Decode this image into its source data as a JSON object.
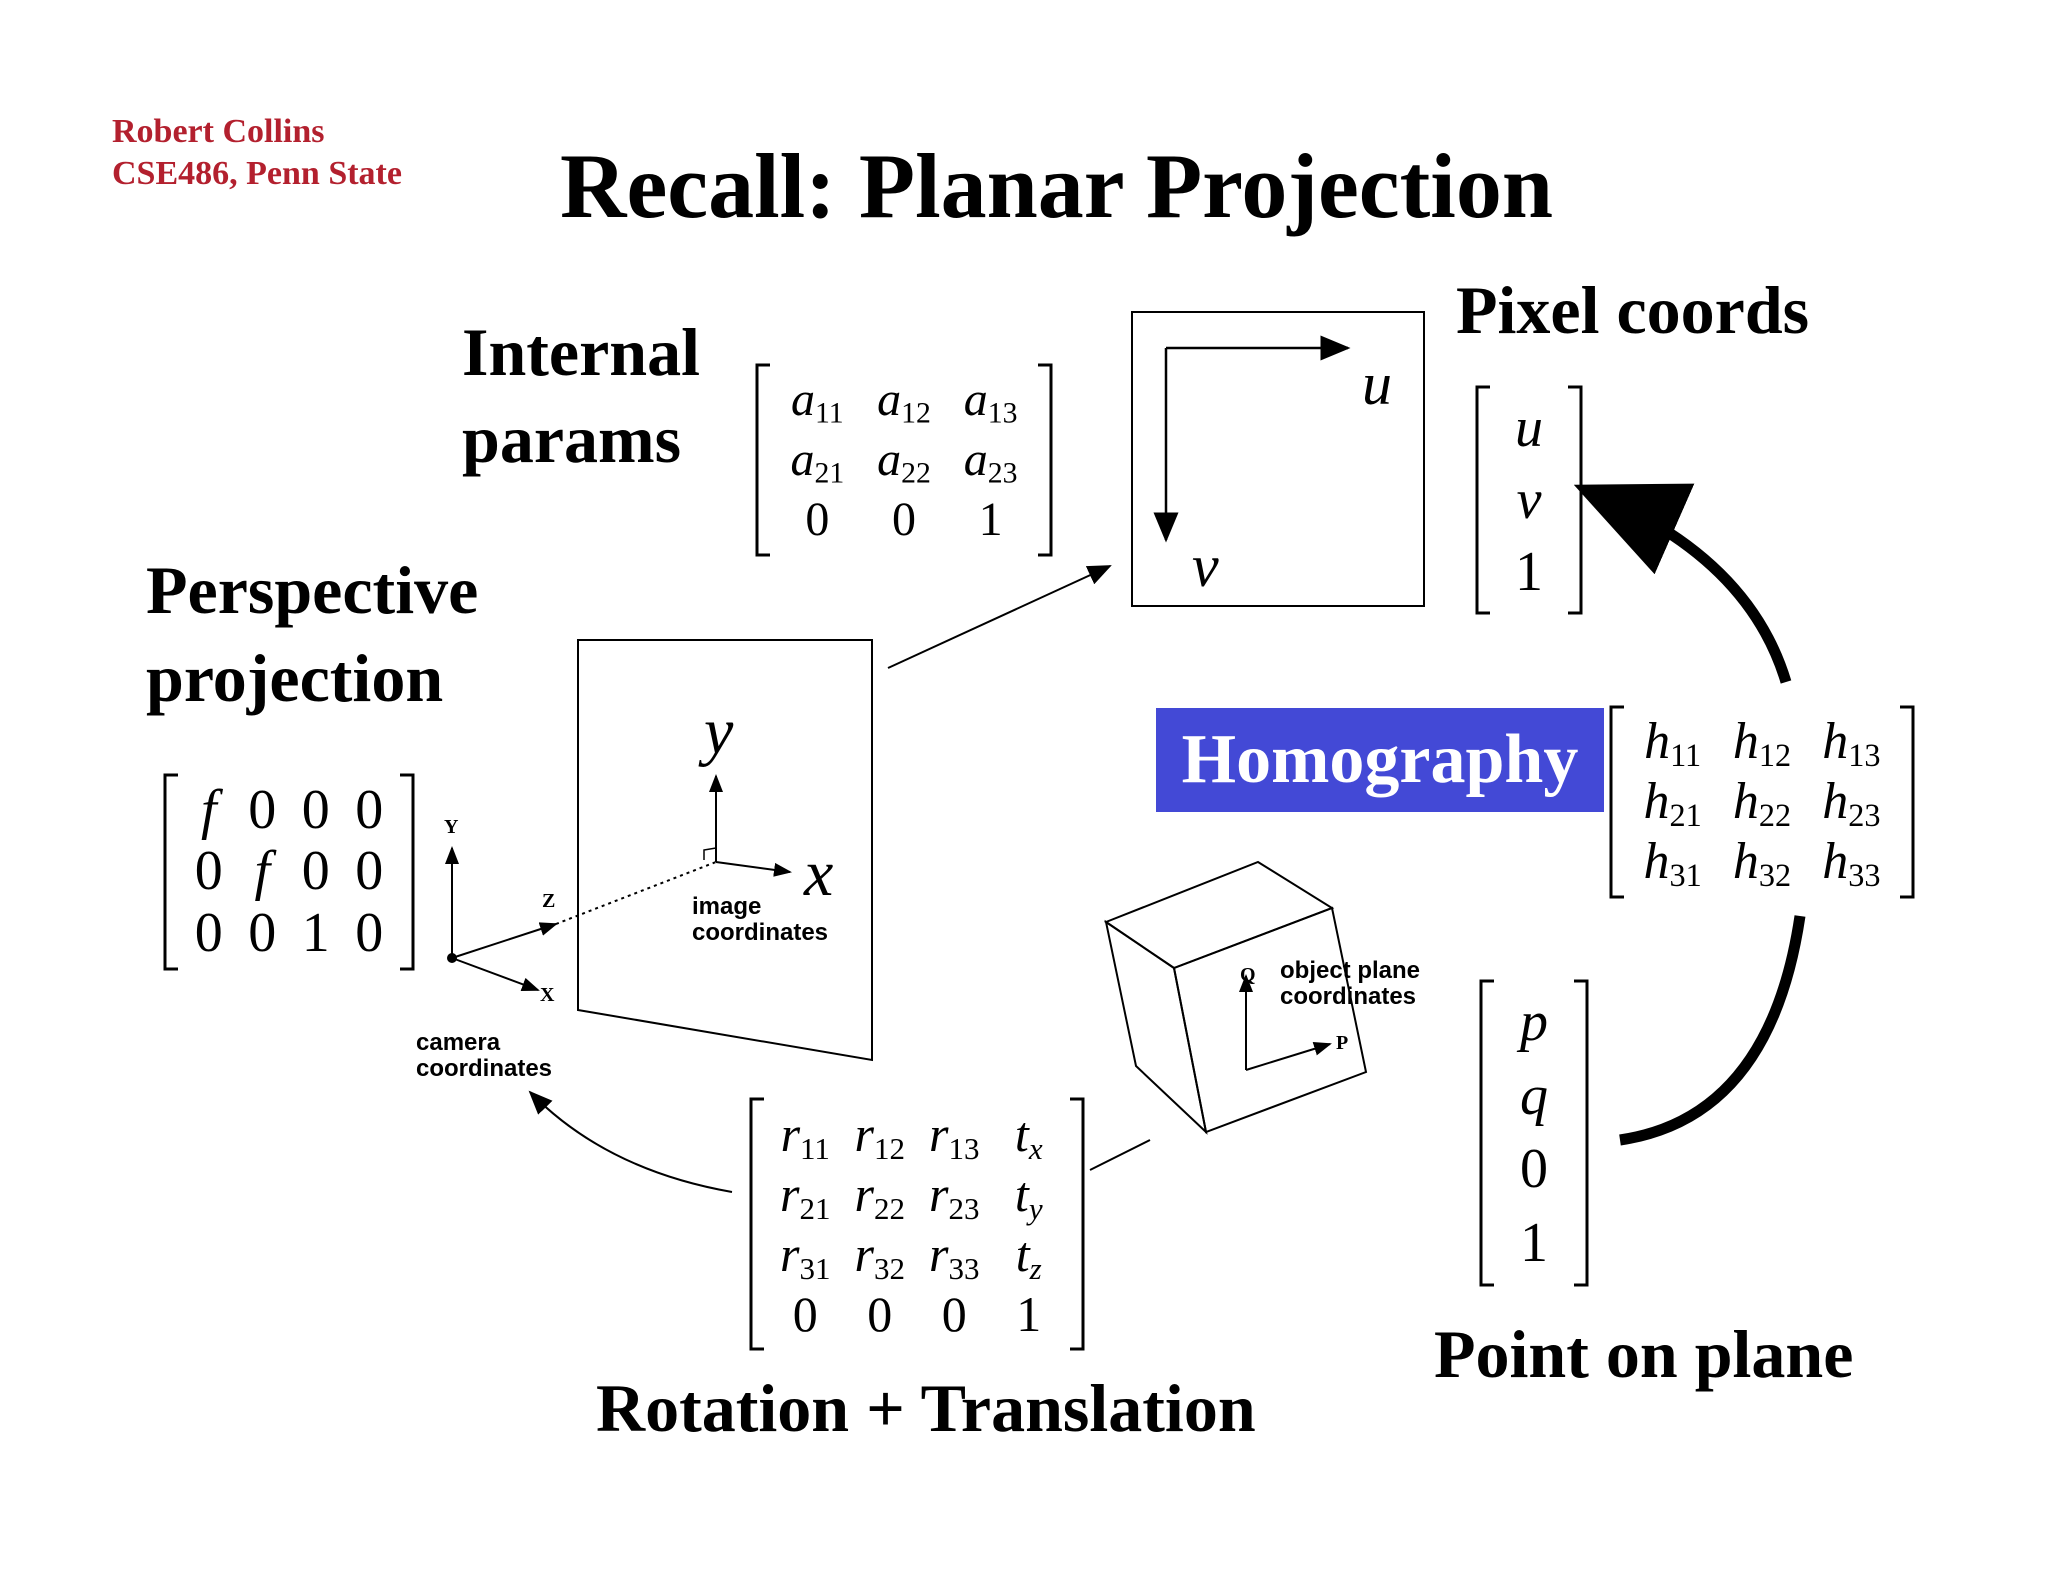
{
  "author": {
    "name": "Robert Collins",
    "course": "CSE486, Penn State"
  },
  "title": "Recall: Planar Projection",
  "labels": {
    "internal": [
      "Internal",
      "params"
    ],
    "pixel_coords": "Pixel coords",
    "perspective": [
      "Perspective",
      "projection"
    ],
    "homography": "Homography",
    "rotation_translation": "Rotation + Translation",
    "point_on_plane": "Point on plane"
  },
  "diagram": {
    "image_axes": {
      "y": "y",
      "x": "x"
    },
    "image_coords_label": [
      "image",
      "coordinates"
    ],
    "camera_axes": {
      "Y": "Y",
      "Z": "Z",
      "X": "X"
    },
    "camera_coords_label": [
      "camera",
      "coordinates"
    ],
    "object_axes": {
      "Q": "Q",
      "P": "P"
    },
    "object_coords_label": [
      "object plane",
      "coordinates"
    ],
    "pixel_axes": {
      "u": "u",
      "v": "v"
    }
  },
  "matrices": {
    "internal": [
      [
        "a|11",
        "a|12",
        "a|13"
      ],
      [
        "a|21",
        "a|22",
        "a|23"
      ],
      [
        "0",
        "0",
        "1"
      ]
    ],
    "pixel": [
      [
        "u"
      ],
      [
        "v"
      ],
      [
        "1"
      ]
    ],
    "homography": [
      [
        "h|11",
        "h|12",
        "h|13"
      ],
      [
        "h|21",
        "h|22",
        "h|23"
      ],
      [
        "h|31",
        "h|32",
        "h|33"
      ]
    ],
    "perspective": [
      [
        "f",
        "0",
        "0",
        "0"
      ],
      [
        "0",
        "f",
        "0",
        "0"
      ],
      [
        "0",
        "0",
        "1",
        "0"
      ]
    ],
    "rotation": [
      [
        "r|11",
        "r|12",
        "r|13",
        "t|x"
      ],
      [
        "r|21",
        "r|22",
        "r|23",
        "t|y"
      ],
      [
        "r|31",
        "r|32",
        "r|33",
        "t|z"
      ],
      [
        "0",
        "0",
        "0",
        "1"
      ]
    ],
    "point": [
      [
        "p"
      ],
      [
        "q"
      ],
      [
        "0"
      ],
      [
        "1"
      ]
    ]
  }
}
